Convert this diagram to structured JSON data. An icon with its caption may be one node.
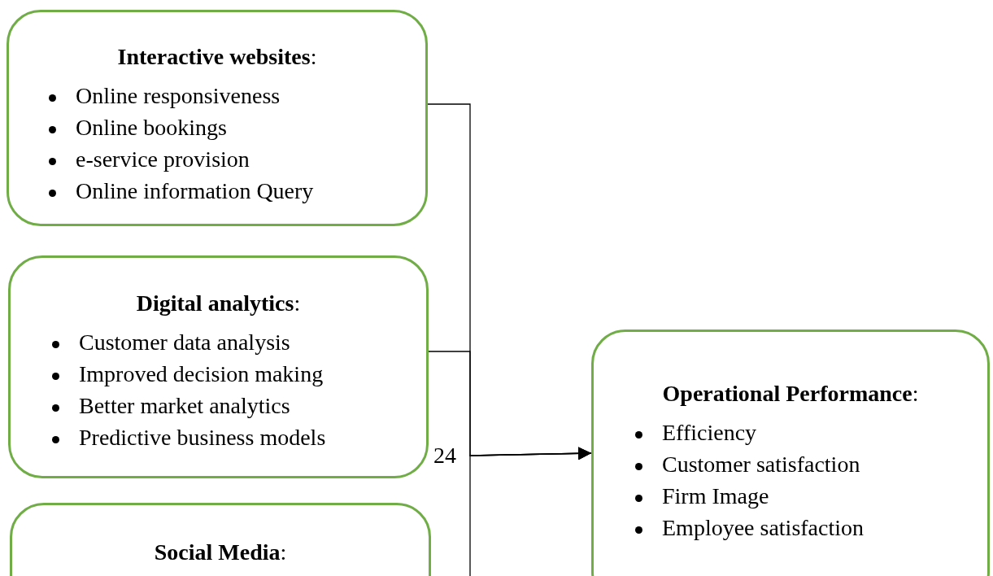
{
  "diagram": {
    "nodes": [
      {
        "text": [
          "**Interactive websites**:",
          "Online responsiveness",
          "Online bookings",
          "e-service provision",
          "Online information Query"
        ]
      },
      {
        "text": [
          "**Digital analytics**:",
          "Customer data analysis",
          "Improved decision making",
          "Better market analytics",
          "Predictive business models"
        ]
      },
      {
        "text": [
          "**Social Media**:"
        ]
      },
      {
        "text": [
          "**Operational Performance**:",
          "Efficiency",
          "Customer satisfaction",
          "Firm Image",
          "Employee satisfaction"
        ]
      }
    ],
    "edges": [
      {
        "from": 0,
        "to": 3,
        "arrow": "to"
      },
      {
        "from": 1,
        "to": 3,
        "arrow": "to"
      },
      {
        "from": 2,
        "to": 3,
        "arrow": "to"
      }
    ],
    "labels": [
      "24"
    ]
  }
}
